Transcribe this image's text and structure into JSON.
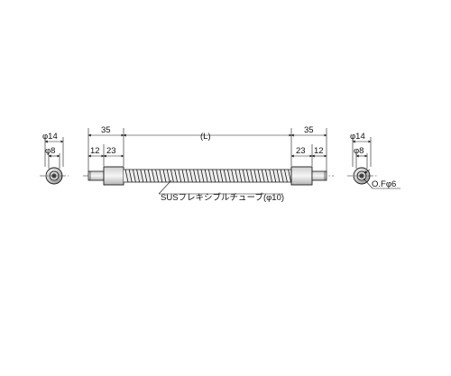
{
  "left_end_view": {
    "outer_diameter": "φ14",
    "inner_diameter": "φ8"
  },
  "right_end_view": {
    "outer_diameter": "φ14",
    "inner_diameter": "φ8",
    "hole_callout": "O.Fφ6"
  },
  "side_view": {
    "left_fitting_length": "35",
    "right_fitting_length": "35",
    "overall_length": "(L)",
    "left_pin_length": "12",
    "left_body_length": "23",
    "right_body_length": "23",
    "right_pin_length": "12",
    "tube_label": "SUSフレキシブルチューブ(φ10)"
  },
  "colors": {
    "line": "#1a1a1a",
    "fill_light": "#e6e6e6",
    "fill_dark": "#4a4a4a"
  }
}
